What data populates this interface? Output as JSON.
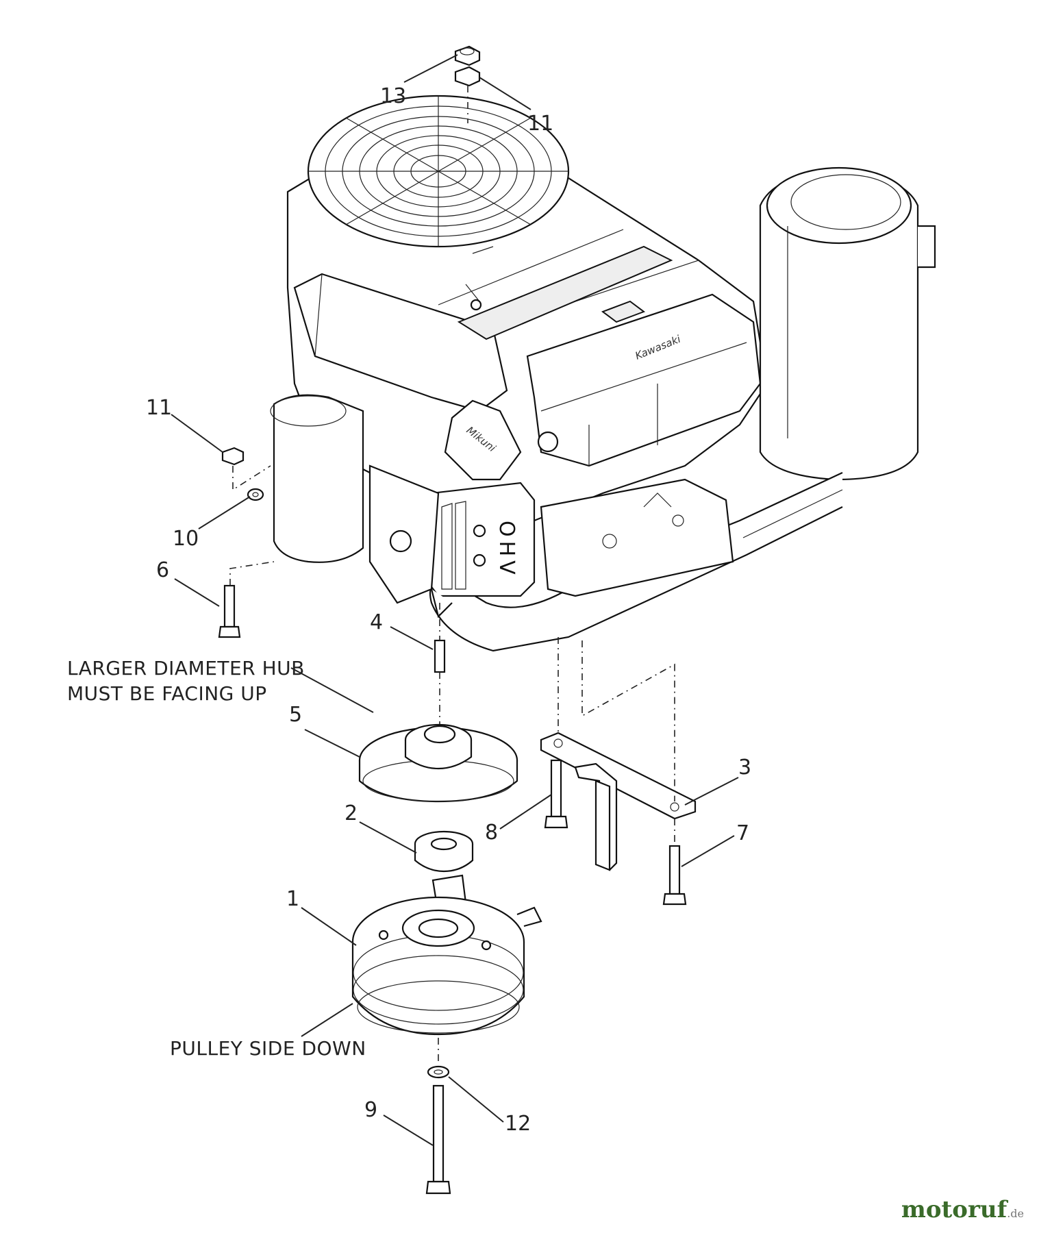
{
  "callouts": [
    {
      "id": "13",
      "text": "13"
    },
    {
      "id": "11a",
      "text": "11"
    },
    {
      "id": "11b",
      "text": "11"
    },
    {
      "id": "10",
      "text": "10"
    },
    {
      "id": "6",
      "text": "6"
    },
    {
      "id": "4",
      "text": "4"
    },
    {
      "id": "5",
      "text": "5"
    },
    {
      "id": "3",
      "text": "3"
    },
    {
      "id": "2",
      "text": "2"
    },
    {
      "id": "8",
      "text": "8"
    },
    {
      "id": "7",
      "text": "7"
    },
    {
      "id": "1",
      "text": "1"
    },
    {
      "id": "9",
      "text": "9"
    },
    {
      "id": "12",
      "text": "12"
    }
  ],
  "notes": {
    "hub_line1": "LARGER DIAMETER HUB",
    "hub_line2": "MUST BE FACING UP",
    "pulley": "PULLEY SIDE DOWN"
  },
  "engine_text": {
    "brand": "Kawasaki",
    "carb": "Mikuni",
    "ohv": "OHV"
  },
  "watermark": {
    "main": "motoruf",
    "suffix": ".de"
  }
}
